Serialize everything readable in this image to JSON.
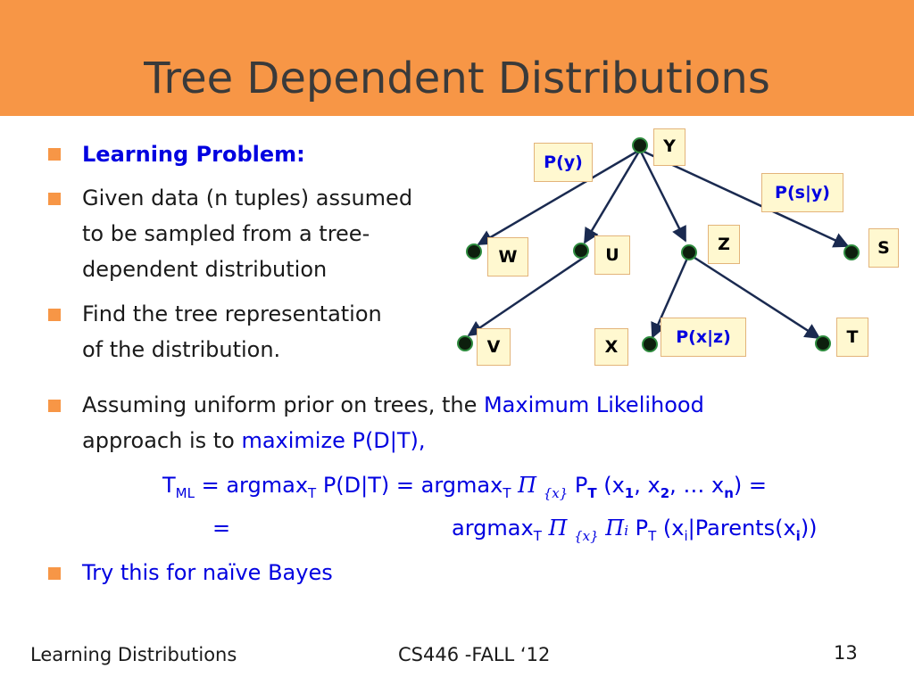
{
  "slide": {
    "title": "Tree Dependent Distributions",
    "bullets": {
      "b1": "Learning Problem:",
      "b2_l1": "Given data (n tuples) assumed",
      "b2_l2": "to be sampled from a tree-",
      "b2_l3": "dependent distribution",
      "b3_l1": "Find the tree representation",
      "b3_l2": "of the distribution.",
      "b4_l1_a": "Assuming uniform prior on trees, the ",
      "b4_l1_b": "Maximum Likelihood",
      "b4_l2_a": "approach is to ",
      "b4_l2_b": "maximize  P(D|T),",
      "b5": "Try this for naïve Bayes"
    },
    "formula1": {
      "t": "T",
      "ml": "ML",
      "eq1": " = argmax",
      "sub1": "T",
      "mid": " P(D|T) = argmax",
      "sub2": "T",
      "pi": "Π",
      "set": "{x}",
      "p": " P",
      "psub": "T",
      "args_a": " (x",
      "s1": "1",
      "args_b": ", x",
      "s2": "2",
      "args_c": ", … x",
      "sn": "n",
      "end": ") ="
    },
    "formula2": {
      "eq": "=",
      "argmax": "argmax",
      "sub": "T",
      "pi1": "Π",
      "set": "{x}",
      "pi2": "Π",
      "i": "i",
      "p": " P",
      "psub": "T",
      "args_a": " (x",
      "xi": "i",
      "args_b": "|Parents(x",
      "xi2": "i",
      "end": "))"
    },
    "tree": {
      "Y": "Y",
      "W": "W",
      "U": "U",
      "Z": "Z",
      "S": "S",
      "V": "V",
      "X": "X",
      "T": "T",
      "py": "P(y)",
      "psy": "P(s|y)",
      "pxz": "P(x|z)"
    },
    "footer": {
      "left": "Learning Distributions",
      "center": "CS446 -FALL ‘12",
      "page": "13"
    }
  }
}
